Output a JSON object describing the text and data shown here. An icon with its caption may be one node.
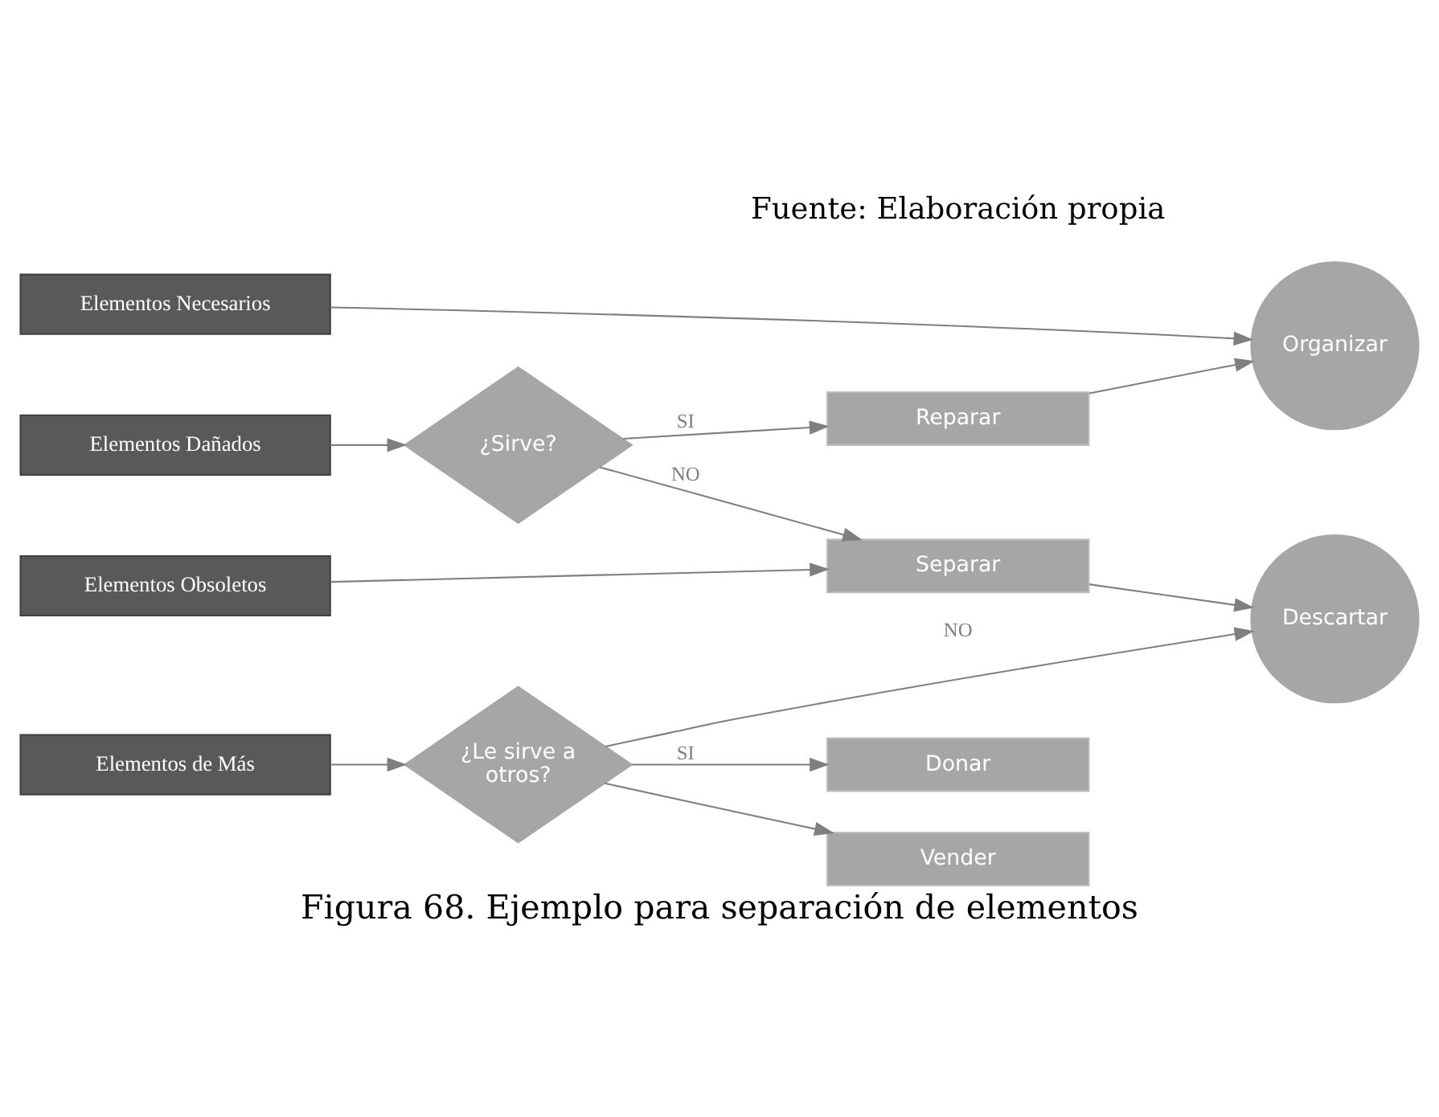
{
  "diagram": {
    "caption": "Figura 68. Ejemplo para separación de elementos",
    "nodes": [
      {
        "text": [
          "Elementos Necesarios"
        ]
      },
      {
        "text": [
          "Organizar"
        ]
      },
      {
        "text": [
          "Elementos Dañados"
        ]
      },
      {
        "text": [
          "¿Sirve?"
        ]
      },
      {
        "text": [
          "Reparar"
        ]
      },
      {
        "text": [
          "Elementos Obsoletos"
        ]
      },
      {
        "text": [
          "Separar"
        ]
      },
      {
        "text": [
          "Descartar"
        ]
      },
      {
        "text": [
          "Elementos de Más"
        ]
      },
      {
        "text": [
          "¿Le sirve a otros?"
        ]
      },
      {
        "text": [
          "Donar"
        ]
      },
      {
        "text": [
          "Vender"
        ]
      }
    ],
    "edges": [
      {
        "from": 0,
        "to": 1,
        "arrow": "to"
      },
      {
        "from": 2,
        "to": 3,
        "arrow": "to"
      },
      {
        "from": 3,
        "to": 4,
        "arrow": "to",
        "label": "SI"
      },
      {
        "from": 4,
        "to": 1,
        "arrow": "to"
      },
      {
        "from": 3,
        "to": 6,
        "arrow": "to",
        "label": "NO"
      },
      {
        "from": 5,
        "to": 6,
        "arrow": "to"
      },
      {
        "from": 6,
        "to": 7,
        "arrow": "to"
      },
      {
        "from": 8,
        "to": 9,
        "arrow": "to"
      },
      {
        "from": 9,
        "to": 7,
        "arrow": "to",
        "label": "NO"
      },
      {
        "from": 9,
        "to": 10,
        "arrow": "to",
        "label": "SI"
      },
      {
        "from": 9,
        "to": 11,
        "arrow": "to"
      }
    ],
    "labels": [
      "Fuente: Elaboración propia"
    ]
  }
}
